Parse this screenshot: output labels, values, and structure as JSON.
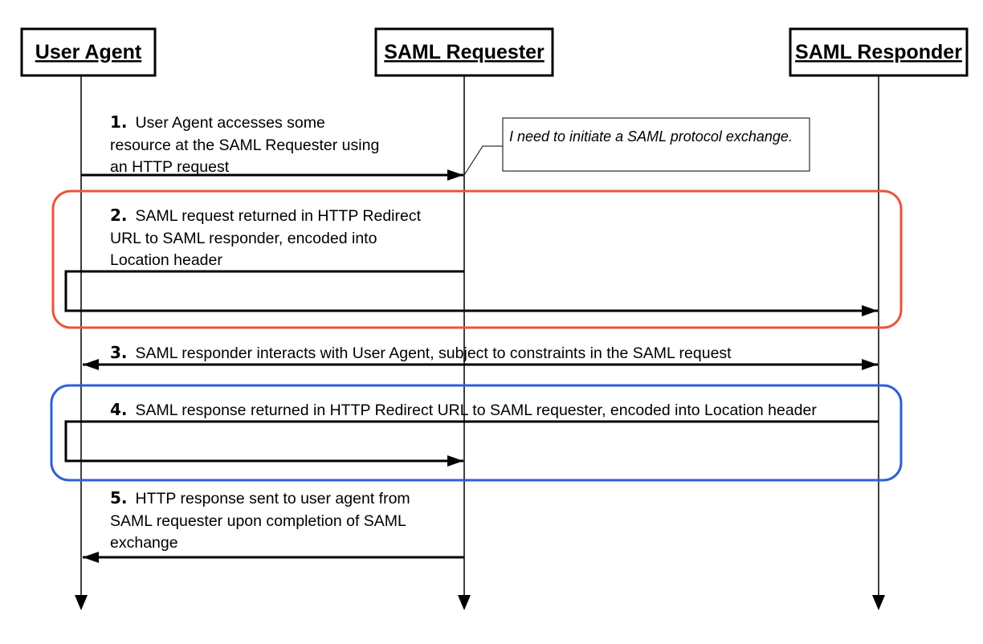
{
  "actors": {
    "user_agent": "User Agent",
    "requester": "SAML Requester",
    "responder": "SAML Responder"
  },
  "note": "I need to initiate a SAML protocol exchange.",
  "steps": {
    "s1": {
      "num": "1.",
      "lines": [
        "User Agent accesses some",
        "resource at the SAML Requester using",
        "an HTTP request"
      ]
    },
    "s2": {
      "num": "2.",
      "lines": [
        "SAML request returned in HTTP Redirect",
        "URL to SAML responder, encoded into",
        "Location header"
      ]
    },
    "s3": {
      "num": "3.",
      "lines": [
        "SAML responder interacts with User Agent, subject to constraints in the SAML request"
      ]
    },
    "s4": {
      "num": "4.",
      "lines": [
        "SAML response returned in HTTP Redirect URL to SAML requester, encoded into Location header"
      ]
    },
    "s5": {
      "num": "5.",
      "lines": [
        "HTTP response sent to user agent from",
        "SAML requester upon completion of SAML",
        "exchange"
      ]
    }
  },
  "colors": {
    "ink": "#000000",
    "red_highlight": "#e8553a",
    "blue_highlight": "#2f5fd6"
  }
}
